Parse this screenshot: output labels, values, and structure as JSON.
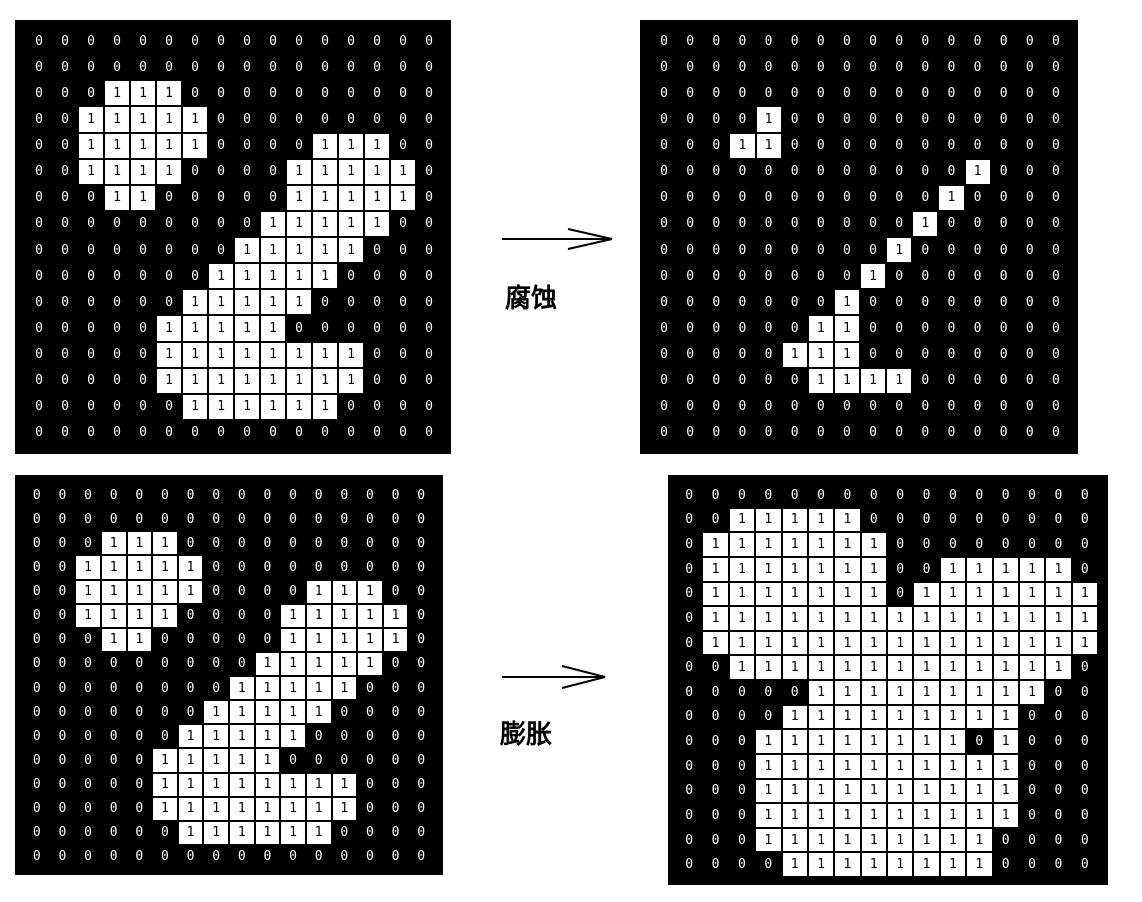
{
  "panels": [
    {
      "id": "erosion-input",
      "grid": [
        "0000000000000000",
        "0000000000000000",
        "0001110000000000",
        "0011111000000000",
        "0011111000011100",
        "0011110000111110",
        "0001100000111110",
        "0000000001111100",
        "0000000011111000",
        "0000000111110000",
        "0000001111100000",
        "0000011111000000",
        "0000011111111000",
        "0000011111111000",
        "0000001111110000",
        "0000000000000000"
      ]
    },
    {
      "id": "erosion-output",
      "grid": [
        "0000000000000000",
        "0000000000000000",
        "0000000000000000",
        "0000100000000000",
        "0001100000000000",
        "0000000000001000",
        "0000000000010000",
        "0000000000100000",
        "0000000001000000",
        "0000000010000000",
        "0000000100000000",
        "0000001100000000",
        "0000011100000000",
        "0000001111000000",
        "0000000000000000",
        "0000000000000000"
      ]
    },
    {
      "id": "dilation-input",
      "grid": [
        "0000000000000000",
        "0000000000000000",
        "0001110000000000",
        "0011111000000000",
        "0011111000011100",
        "0011110000111110",
        "0001100000111110",
        "0000000001111100",
        "0000000011111000",
        "0000000111110000",
        "0000001111100000",
        "0000011111000000",
        "0000011111111000",
        "0000011111111000",
        "0000001111110000",
        "0000000000000000"
      ]
    },
    {
      "id": "dilation-output",
      "grid": [
        "0000000000000000",
        "0011111000000000",
        "0111111100000000",
        "0111111100111110",
        "0111111101111111",
        "0111111111111111",
        "0111111111111111",
        "0011111111111110",
        "0000011111111100",
        "0000111111111000",
        "0001111111101000",
        "0001111111111000",
        "0001111111111000",
        "0001111111111000",
        "0001111111110000",
        "0000111111110000"
      ]
    }
  ],
  "operations": [
    {
      "label": "腐蚀"
    },
    {
      "label": "膨胀"
    }
  ]
}
